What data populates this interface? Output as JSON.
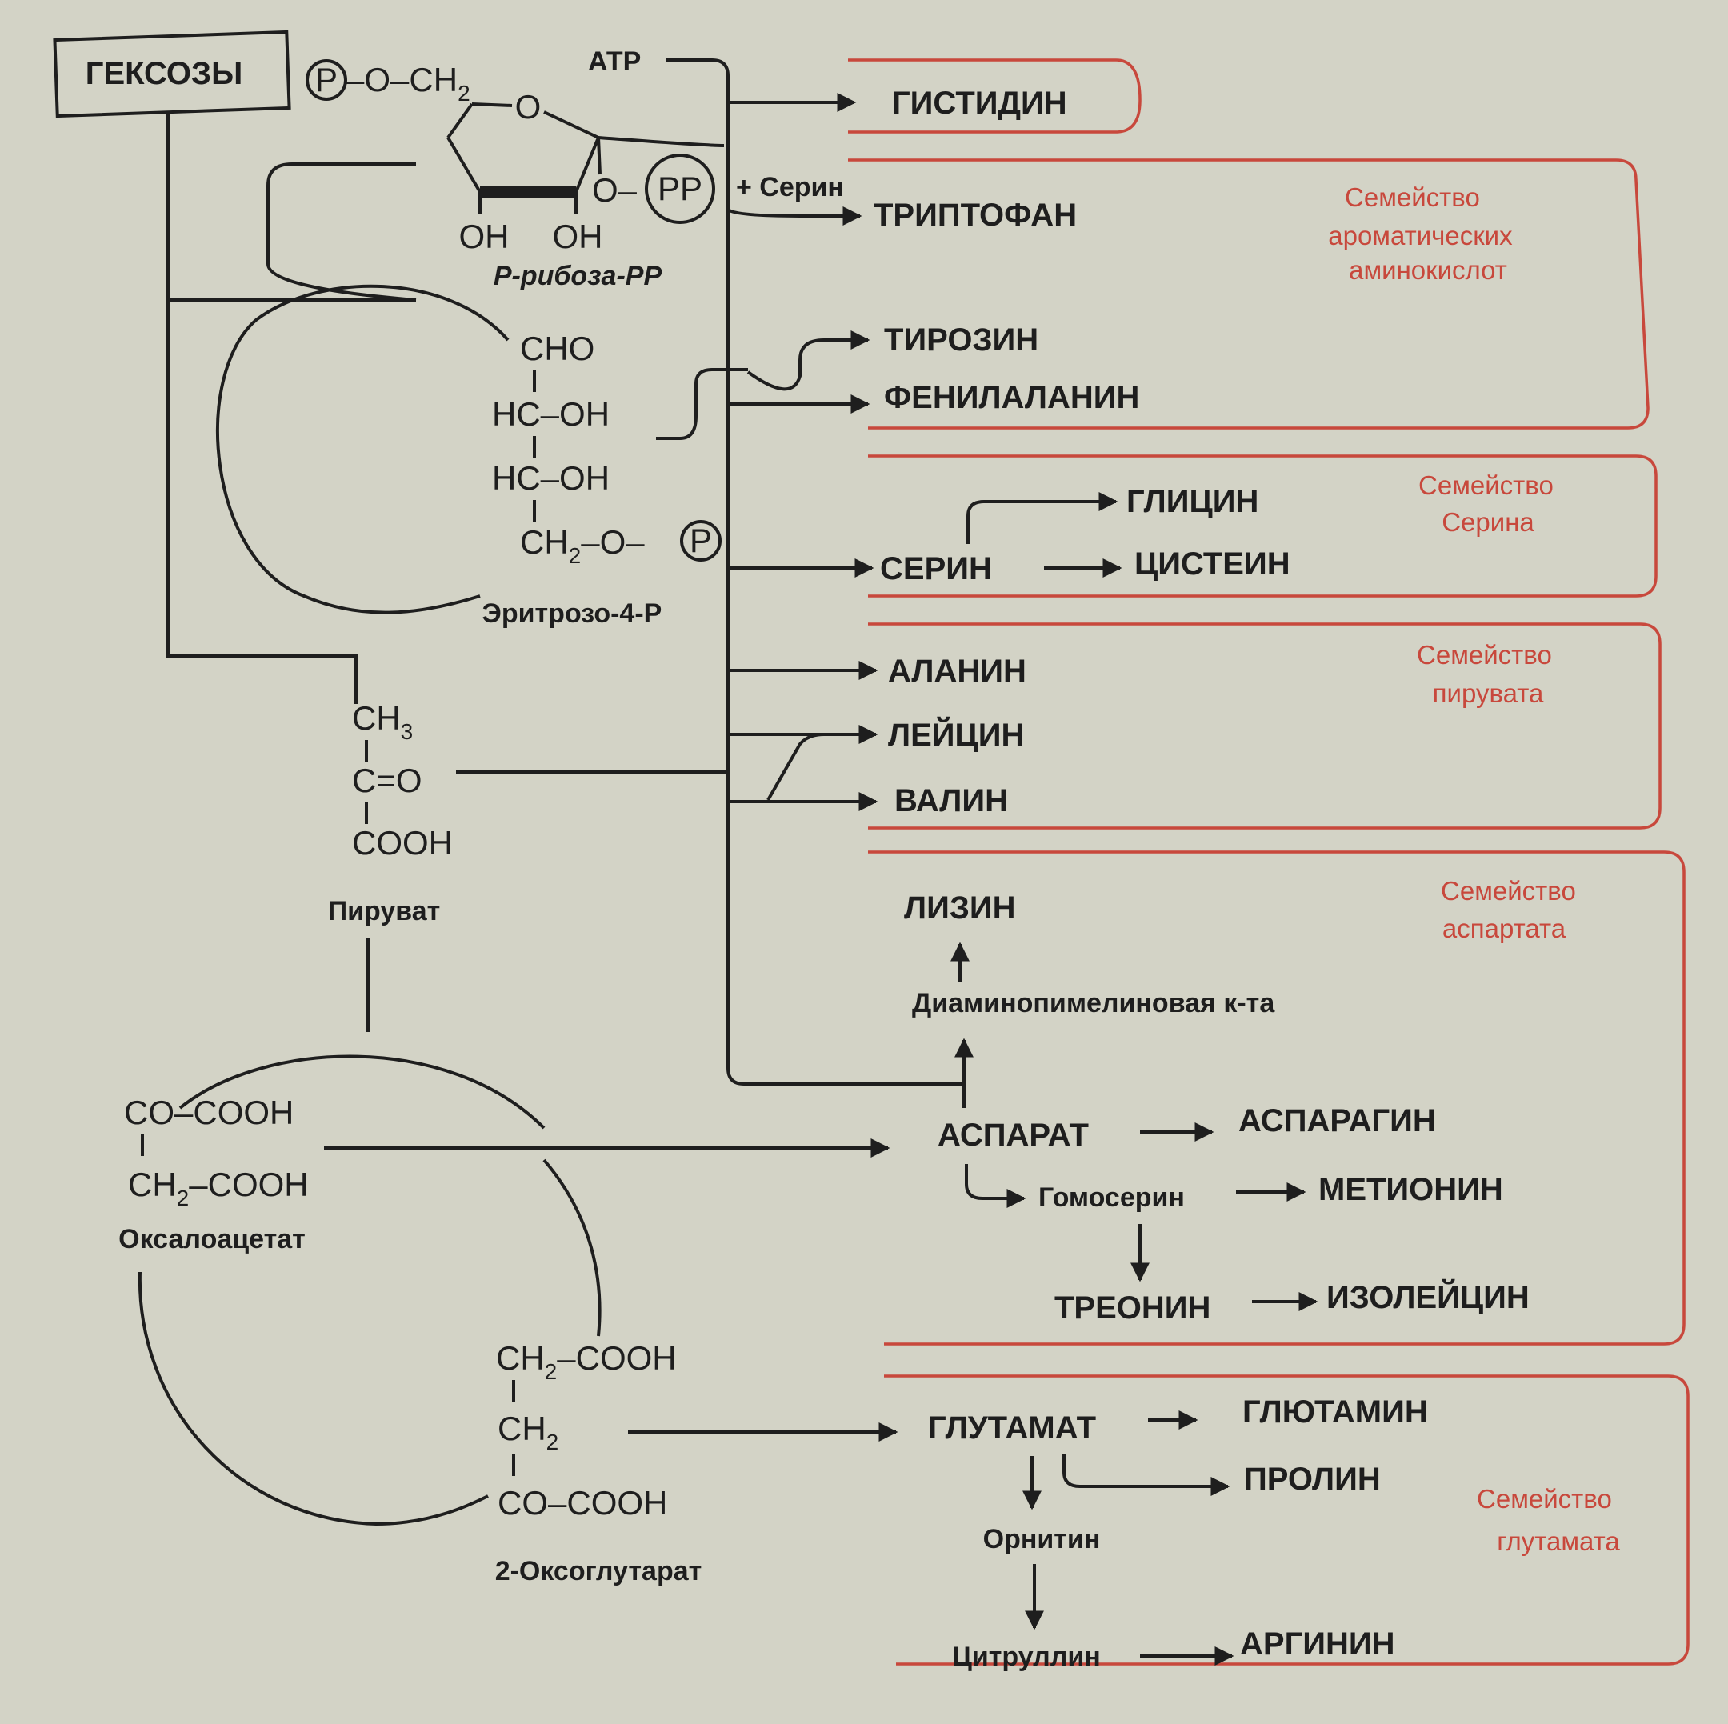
{
  "sources": {
    "hexoses": "ГЕКСОЗЫ",
    "prpp": {
      "name": "Р-рибоза-РР",
      "atp": "АТР",
      "serine_in": "+ Серин",
      "p": "P",
      "o": "O",
      "o_ch2": "–O–CH",
      "sub2": "2",
      "oh": "OH",
      "o_pp": "O–",
      "pp": "PP"
    },
    "erythrose": {
      "name": "Эритрозо-4-Р",
      "cho": "CHO",
      "hcoh": "HC–OH",
      "ch2": "CH",
      "sub2": "2",
      "op": "–O–",
      "p": "P"
    },
    "pyruvate": {
      "name": "Пируват",
      "ch3": "CH",
      "sub3": "3",
      "co": "C=O",
      "cooh": "COOH"
    },
    "oxaloacetate": {
      "name": "Оксалоацетат",
      "co_cooh": "CO–COOH",
      "ch2": "CH",
      "sub2": "2",
      "cooh": "–COOH"
    },
    "oxoglutarate": {
      "name": "2-Оксоглутарат",
      "ch2": "CH",
      "sub2": "2",
      "cooh": "–COOH",
      "co_cooh": "CO–COOH"
    }
  },
  "families": {
    "histidine": {
      "amino": [
        "ГИСТИДИН"
      ]
    },
    "aromatic": {
      "label": [
        "Семейство",
        "ароматических",
        "аминокислот"
      ],
      "amino": [
        "ТРИПТОФАН",
        "ТИРОЗИН",
        "ФЕНИЛАЛАНИН"
      ]
    },
    "serine": {
      "label": [
        "Семейство",
        "Серина"
      ],
      "amino": [
        "ГЛИЦИН",
        "СЕРИН",
        "ЦИСТЕИН"
      ]
    },
    "pyruvate": {
      "label": [
        "Семейство",
        "пирувата"
      ],
      "amino": [
        "АЛАНИН",
        "ЛЕЙЦИН",
        "ВАЛИН"
      ]
    },
    "aspartate": {
      "label": [
        "Семейство",
        "аспартата"
      ],
      "amino": [
        "ЛИЗИН",
        "Диаминопимелиновая к-та",
        "АСПАРАТ",
        "АСПАРАГИН",
        "Гомосерин",
        "МЕТИОНИН",
        "ТРЕОНИН",
        "ИЗОЛЕЙЦИН"
      ]
    },
    "glutamate": {
      "label": [
        "Семейство",
        "глутамата"
      ],
      "amino": [
        "ГЛУТАМАТ",
        "ГЛЮТАМИН",
        "ПРОЛИН",
        "Орнитин",
        "Цитруллин",
        "АРГИНИН"
      ]
    }
  },
  "colors": {
    "ink": "#1e1e1e",
    "family_red": "#c8483c",
    "paper": "#d3d3c6"
  }
}
